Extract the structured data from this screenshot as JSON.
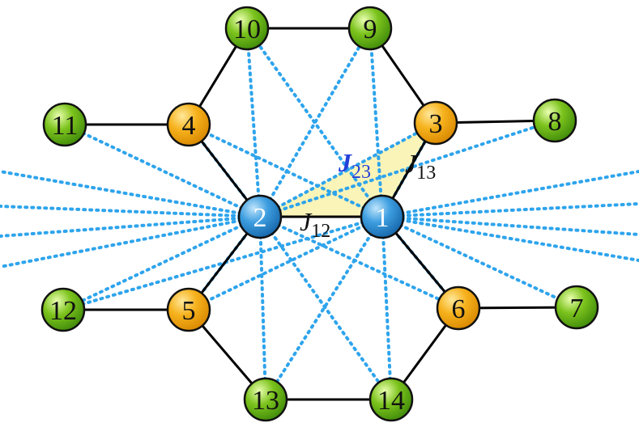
{
  "nodes": [
    {
      "id": "1",
      "label": "1",
      "group": "blue"
    },
    {
      "id": "2",
      "label": "2",
      "group": "blue"
    },
    {
      "id": "3",
      "label": "3",
      "group": "orange"
    },
    {
      "id": "4",
      "label": "4",
      "group": "orange"
    },
    {
      "id": "5",
      "label": "5",
      "group": "orange"
    },
    {
      "id": "6",
      "label": "6",
      "group": "orange"
    },
    {
      "id": "7",
      "label": "7",
      "group": "green"
    },
    {
      "id": "8",
      "label": "8",
      "group": "green"
    },
    {
      "id": "9",
      "label": "9",
      "group": "green"
    },
    {
      "id": "10",
      "label": "10",
      "group": "green"
    },
    {
      "id": "11",
      "label": "11",
      "group": "green"
    },
    {
      "id": "12",
      "label": "12",
      "group": "green"
    },
    {
      "id": "13",
      "label": "13",
      "group": "green"
    },
    {
      "id": "14",
      "label": "14",
      "group": "green"
    }
  ],
  "bonds": [
    [
      "1",
      "2"
    ],
    [
      "1",
      "3"
    ],
    [
      "1",
      "6"
    ],
    [
      "2",
      "4"
    ],
    [
      "2",
      "5"
    ],
    [
      "3",
      "9"
    ],
    [
      "3",
      "8"
    ],
    [
      "4",
      "10"
    ],
    [
      "4",
      "11"
    ],
    [
      "9",
      "10"
    ],
    [
      "5",
      "12"
    ],
    [
      "5",
      "13"
    ],
    [
      "6",
      "14"
    ],
    [
      "6",
      "7"
    ],
    [
      "13",
      "14"
    ]
  ],
  "couplings_from_2": [
    "3",
    "4",
    "5",
    "6",
    "8",
    "9",
    "10",
    "11",
    "12",
    "13",
    "14"
  ],
  "couplings_from_1": [
    "3",
    "4",
    "5",
    "6",
    "7",
    "9",
    "10",
    "12",
    "13",
    "14"
  ],
  "couplings_offscreen_from_2": 4,
  "couplings_offscreen_from_1": 4,
  "exchange_labels": {
    "j12": {
      "main": "J",
      "sub": "12"
    },
    "j13": {
      "main": "J",
      "sub": "13"
    },
    "j23": {
      "main": "J",
      "sub": "23"
    }
  },
  "colors": {
    "blue": "#3d9ee0",
    "orange": "#f6b21d",
    "green": "#7cc31d",
    "triangle": "#fbf4b8",
    "dotted": "#2ea4ec",
    "bond": "#000000",
    "j23_label": "#2440d8"
  }
}
